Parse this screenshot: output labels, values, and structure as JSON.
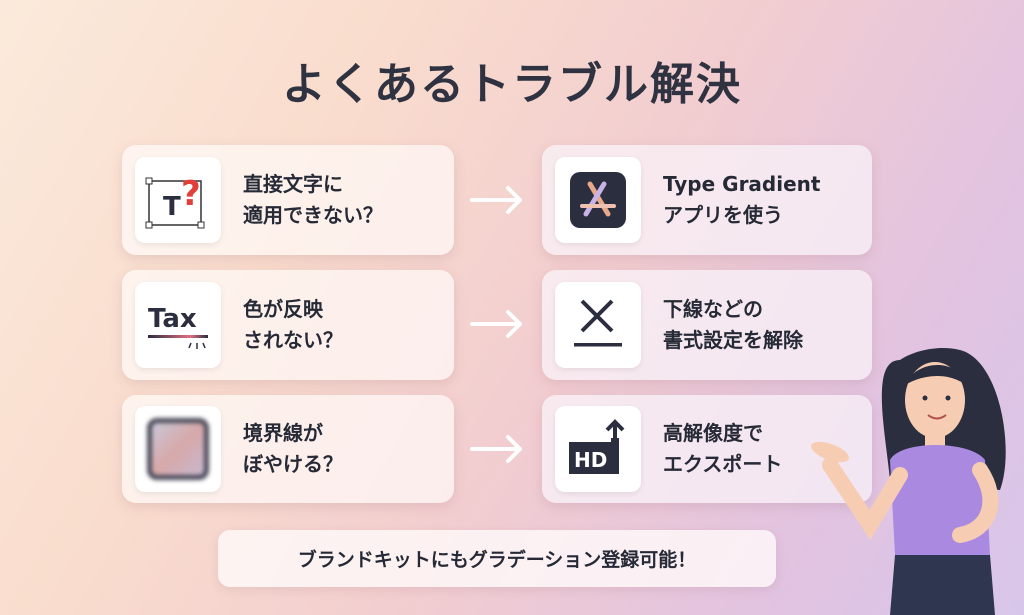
{
  "title": "よくあるトラブル解決",
  "rows": [
    {
      "problem": [
        "直接文字に",
        "適用できない？"
      ],
      "problem_icon": "text-box-question-icon",
      "solution": [
        "Type Gradient",
        "アプリを使う"
      ],
      "solution_icon": "app-store-icon"
    },
    {
      "problem": [
        "色が反映",
        "されない？"
      ],
      "problem_icon": "tax-underline-broken-icon",
      "icon_text": "Tax",
      "solution": [
        "下線などの",
        "書式設定を解除"
      ],
      "solution_icon": "clear-format-icon"
    },
    {
      "problem": [
        "境界線が",
        "ぼやける？"
      ],
      "problem_icon": "blurry-square-icon",
      "solution": [
        "高解像度で",
        "エクスポート"
      ],
      "solution_icon": "hd-export-icon",
      "solution_icon_text": "HD"
    }
  ],
  "banner": "ブランドキットにもグラデーション登録可能！",
  "colors": {
    "text": "#262a36",
    "accent_red": "#e0403a",
    "icon_dark": "#2b2e3f"
  }
}
